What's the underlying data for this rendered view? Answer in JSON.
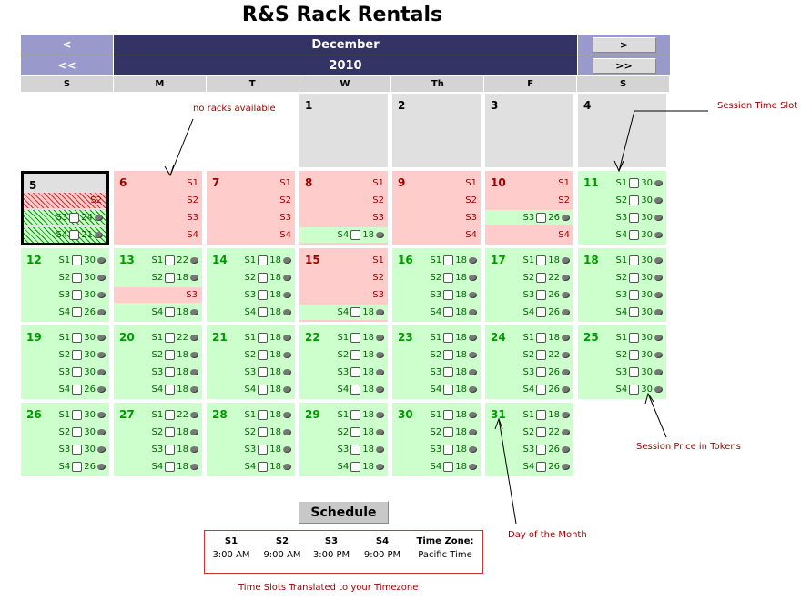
{
  "title": "R&S Rack Rentals",
  "nav": {
    "prev_month": "<",
    "next_month": ">",
    "prev_year": "<<",
    "next_year": ">>",
    "month": "December",
    "year": "2010"
  },
  "day_headers": [
    "S",
    "M",
    "T",
    "W",
    "Th",
    "F",
    "S"
  ],
  "weeks": [
    [
      null,
      null,
      null,
      {
        "day": "1",
        "state": "gray",
        "slots": []
      },
      {
        "day": "2",
        "state": "gray",
        "slots": []
      },
      {
        "day": "3",
        "state": "gray",
        "slots": []
      },
      {
        "day": "4",
        "state": "gray",
        "slots": []
      }
    ],
    [
      {
        "day": "5",
        "state": "gray",
        "today": true,
        "slots": [
          {
            "label": "S2",
            "type": "hatch-r"
          },
          {
            "label": "S3",
            "type": "hatch-g",
            "price": "24"
          },
          {
            "label": "S4",
            "type": "hatch-g",
            "price": "21"
          }
        ]
      },
      {
        "day": "6",
        "state": "pink",
        "slots": [
          {
            "label": "S1",
            "type": "text-red"
          },
          {
            "label": "S2",
            "type": "text-red"
          },
          {
            "label": "S3",
            "type": "text-red"
          },
          {
            "label": "S4",
            "type": "text-red"
          }
        ]
      },
      {
        "day": "7",
        "state": "pink",
        "slots": [
          {
            "label": "S1",
            "type": "text-red"
          },
          {
            "label": "S2",
            "type": "text-red"
          },
          {
            "label": "S3",
            "type": "text-red"
          },
          {
            "label": "S4",
            "type": "text-red"
          }
        ]
      },
      {
        "day": "8",
        "state": "pink",
        "slots": [
          {
            "label": "S1",
            "type": "text-red"
          },
          {
            "label": "S2",
            "type": "text-red"
          },
          {
            "label": "S3",
            "type": "text-red"
          },
          {
            "label": "S4",
            "type": "avail-green",
            "price": "18"
          }
        ]
      },
      {
        "day": "9",
        "state": "pink",
        "slots": [
          {
            "label": "S1",
            "type": "text-red"
          },
          {
            "label": "S2",
            "type": "text-red"
          },
          {
            "label": "S3",
            "type": "text-red"
          },
          {
            "label": "S4",
            "type": "text-red"
          }
        ]
      },
      {
        "day": "10",
        "state": "pink",
        "slots": [
          {
            "label": "S1",
            "type": "text-red"
          },
          {
            "label": "S2",
            "type": "text-red"
          },
          {
            "label": "S3",
            "type": "avail-green",
            "price": "26"
          },
          {
            "label": "S4",
            "type": "text-red"
          }
        ]
      },
      {
        "day": "11",
        "state": "green",
        "slots": [
          {
            "label": "S1",
            "type": "avail",
            "price": "30"
          },
          {
            "label": "S2",
            "type": "avail",
            "price": "30"
          },
          {
            "label": "S3",
            "type": "avail",
            "price": "30"
          },
          {
            "label": "S4",
            "type": "avail",
            "price": "30"
          }
        ]
      }
    ],
    [
      {
        "day": "12",
        "state": "green",
        "slots": [
          {
            "label": "S1",
            "type": "avail",
            "price": "30"
          },
          {
            "label": "S2",
            "type": "avail",
            "price": "30"
          },
          {
            "label": "S3",
            "type": "avail",
            "price": "30"
          },
          {
            "label": "S4",
            "type": "avail",
            "price": "26"
          }
        ]
      },
      {
        "day": "13",
        "state": "green",
        "slots": [
          {
            "label": "S1",
            "type": "avail",
            "price": "22"
          },
          {
            "label": "S2",
            "type": "avail",
            "price": "18"
          },
          {
            "label": "S3",
            "type": "full"
          },
          {
            "label": "S4",
            "type": "avail",
            "price": "18"
          }
        ]
      },
      {
        "day": "14",
        "state": "green",
        "slots": [
          {
            "label": "S1",
            "type": "avail",
            "price": "18"
          },
          {
            "label": "S2",
            "type": "avail",
            "price": "18"
          },
          {
            "label": "S3",
            "type": "avail",
            "price": "18"
          },
          {
            "label": "S4",
            "type": "avail",
            "price": "18"
          }
        ]
      },
      {
        "day": "15",
        "state": "pink",
        "slots": [
          {
            "label": "S1",
            "type": "text-red"
          },
          {
            "label": "S2",
            "type": "text-red"
          },
          {
            "label": "S3",
            "type": "text-red"
          },
          {
            "label": "S4",
            "type": "avail-green",
            "price": "18"
          }
        ]
      },
      {
        "day": "16",
        "state": "green",
        "slots": [
          {
            "label": "S1",
            "type": "avail",
            "price": "18"
          },
          {
            "label": "S2",
            "type": "avail",
            "price": "18"
          },
          {
            "label": "S3",
            "type": "avail",
            "price": "18"
          },
          {
            "label": "S4",
            "type": "avail",
            "price": "18"
          }
        ]
      },
      {
        "day": "17",
        "state": "green",
        "slots": [
          {
            "label": "S1",
            "type": "avail",
            "price": "18"
          },
          {
            "label": "S2",
            "type": "avail",
            "price": "22"
          },
          {
            "label": "S3",
            "type": "avail",
            "price": "26"
          },
          {
            "label": "S4",
            "type": "avail",
            "price": "26"
          }
        ]
      },
      {
        "day": "18",
        "state": "green",
        "slots": [
          {
            "label": "S1",
            "type": "avail",
            "price": "30"
          },
          {
            "label": "S2",
            "type": "avail",
            "price": "30"
          },
          {
            "label": "S3",
            "type": "avail",
            "price": "30"
          },
          {
            "label": "S4",
            "type": "avail",
            "price": "30"
          }
        ]
      }
    ],
    [
      {
        "day": "19",
        "state": "green",
        "slots": [
          {
            "label": "S1",
            "type": "avail",
            "price": "30"
          },
          {
            "label": "S2",
            "type": "avail",
            "price": "30"
          },
          {
            "label": "S3",
            "type": "avail",
            "price": "30"
          },
          {
            "label": "S4",
            "type": "avail",
            "price": "26"
          }
        ]
      },
      {
        "day": "20",
        "state": "green",
        "slots": [
          {
            "label": "S1",
            "type": "avail",
            "price": "22"
          },
          {
            "label": "S2",
            "type": "avail",
            "price": "18"
          },
          {
            "label": "S3",
            "type": "avail",
            "price": "18"
          },
          {
            "label": "S4",
            "type": "avail",
            "price": "18"
          }
        ]
      },
      {
        "day": "21",
        "state": "green",
        "slots": [
          {
            "label": "S1",
            "type": "avail",
            "price": "18"
          },
          {
            "label": "S2",
            "type": "avail",
            "price": "18"
          },
          {
            "label": "S3",
            "type": "avail",
            "price": "18"
          },
          {
            "label": "S4",
            "type": "avail",
            "price": "18"
          }
        ]
      },
      {
        "day": "22",
        "state": "green",
        "slots": [
          {
            "label": "S1",
            "type": "avail",
            "price": "18"
          },
          {
            "label": "S2",
            "type": "avail",
            "price": "18"
          },
          {
            "label": "S3",
            "type": "avail",
            "price": "18"
          },
          {
            "label": "S4",
            "type": "avail",
            "price": "18"
          }
        ]
      },
      {
        "day": "23",
        "state": "green",
        "slots": [
          {
            "label": "S1",
            "type": "avail",
            "price": "18"
          },
          {
            "label": "S2",
            "type": "avail",
            "price": "18"
          },
          {
            "label": "S3",
            "type": "avail",
            "price": "18"
          },
          {
            "label": "S4",
            "type": "avail",
            "price": "18"
          }
        ]
      },
      {
        "day": "24",
        "state": "green",
        "slots": [
          {
            "label": "S1",
            "type": "avail",
            "price": "18"
          },
          {
            "label": "S2",
            "type": "avail",
            "price": "22"
          },
          {
            "label": "S3",
            "type": "avail",
            "price": "26"
          },
          {
            "label": "S4",
            "type": "avail",
            "price": "26"
          }
        ]
      },
      {
        "day": "25",
        "state": "green",
        "slots": [
          {
            "label": "S1",
            "type": "avail",
            "price": "30"
          },
          {
            "label": "S2",
            "type": "avail",
            "price": "30"
          },
          {
            "label": "S3",
            "type": "avail",
            "price": "30"
          },
          {
            "label": "S4",
            "type": "avail",
            "price": "30"
          }
        ]
      }
    ],
    [
      {
        "day": "26",
        "state": "green",
        "slots": [
          {
            "label": "S1",
            "type": "avail",
            "price": "30"
          },
          {
            "label": "S2",
            "type": "avail",
            "price": "30"
          },
          {
            "label": "S3",
            "type": "avail",
            "price": "30"
          },
          {
            "label": "S4",
            "type": "avail",
            "price": "26"
          }
        ]
      },
      {
        "day": "27",
        "state": "green",
        "slots": [
          {
            "label": "S1",
            "type": "avail",
            "price": "22"
          },
          {
            "label": "S2",
            "type": "avail",
            "price": "18"
          },
          {
            "label": "S3",
            "type": "avail",
            "price": "18"
          },
          {
            "label": "S4",
            "type": "avail",
            "price": "18"
          }
        ]
      },
      {
        "day": "28",
        "state": "green",
        "slots": [
          {
            "label": "S1",
            "type": "avail",
            "price": "18"
          },
          {
            "label": "S2",
            "type": "avail",
            "price": "18"
          },
          {
            "label": "S3",
            "type": "avail",
            "price": "18"
          },
          {
            "label": "S4",
            "type": "avail",
            "price": "18"
          }
        ]
      },
      {
        "day": "29",
        "state": "green",
        "slots": [
          {
            "label": "S1",
            "type": "avail",
            "price": "18"
          },
          {
            "label": "S2",
            "type": "avail",
            "price": "18"
          },
          {
            "label": "S3",
            "type": "avail",
            "price": "18"
          },
          {
            "label": "S4",
            "type": "avail",
            "price": "18"
          }
        ]
      },
      {
        "day": "30",
        "state": "green",
        "slots": [
          {
            "label": "S1",
            "type": "avail",
            "price": "18"
          },
          {
            "label": "S2",
            "type": "avail",
            "price": "18"
          },
          {
            "label": "S3",
            "type": "avail",
            "price": "18"
          },
          {
            "label": "S4",
            "type": "avail",
            "price": "18"
          }
        ]
      },
      {
        "day": "31",
        "state": "green",
        "slots": [
          {
            "label": "S1",
            "type": "avail",
            "price": "18"
          },
          {
            "label": "S2",
            "type": "avail",
            "price": "22"
          },
          {
            "label": "S3",
            "type": "avail",
            "price": "26"
          },
          {
            "label": "S4",
            "type": "avail",
            "price": "26"
          }
        ]
      },
      null
    ]
  ],
  "schedule_button": "Schedule",
  "timezone_table": {
    "headers": [
      "S1",
      "S2",
      "S3",
      "S4",
      "Time Zone:"
    ],
    "values": [
      "3:00 AM",
      "9:00 AM",
      "3:00 PM",
      "9:00 PM",
      "Pacific Time"
    ]
  },
  "annotations": {
    "no_racks": "no racks available",
    "session_time_slot": "Session Time Slot",
    "session_price": "Session Price in Tokens",
    "day_of_month": "Day of the Month",
    "translated": "Time Slots Translated to your Timezone"
  },
  "colors": {
    "nav_dark": "#333366",
    "nav_light": "#9999cc",
    "available": "#ccffcc",
    "unavailable": "#ffcccc",
    "past": "#e0e0e0",
    "annotation": "#990000"
  },
  "icons": {
    "slot_checkbox": "checkbox",
    "price_coin": "token-coin-icon"
  }
}
